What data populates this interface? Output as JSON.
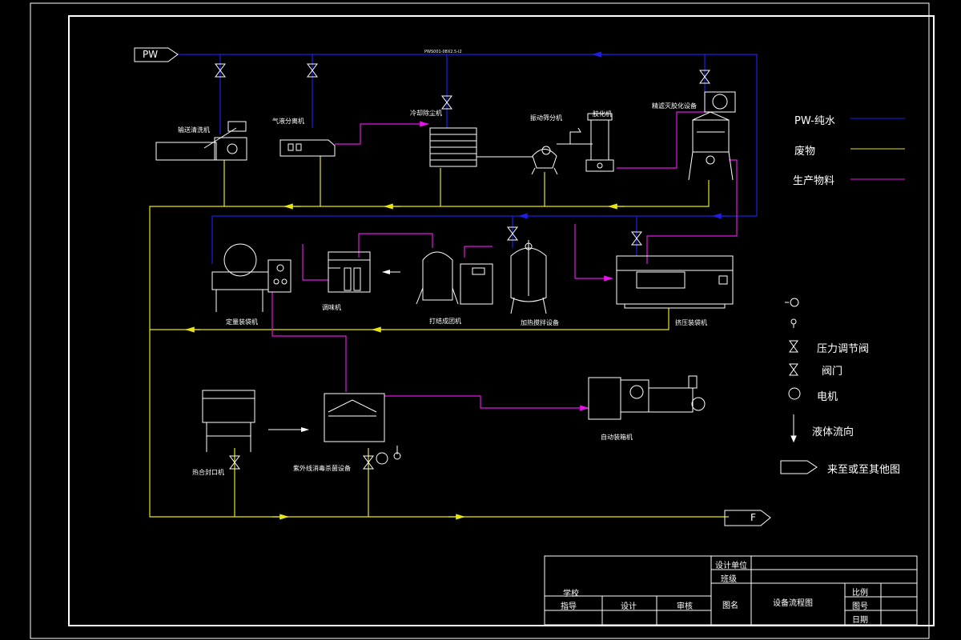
{
  "terminals": {
    "pw_in": "PW",
    "f_out": "F"
  },
  "pipe_spec": "PWS001-08X2.5-I2",
  "equipment": {
    "washer": "输送清洗机",
    "separator": "气液分离机",
    "cooler": "冷却除尘机",
    "shaker": "振动筛分机",
    "colloid": "胶化机",
    "spray": "精滤灭胶化设备",
    "filler": "定量装袋机",
    "seasoner": "调味机",
    "molder": "打结成团机",
    "mixer": "加热搅拌设备",
    "press": "挤压装袋机",
    "sealer": "热合封口机",
    "uv": "紫外线消毒杀菌设备",
    "packer": "自动装箱机"
  },
  "legend": {
    "pw": "PW-纯水",
    "waste": "废物",
    "material": "生产物料",
    "pressure_valve": "压力调节阀",
    "valve": "阀门",
    "motor": "电机",
    "flow": "液体流向",
    "offpage": "来至或至其他图"
  },
  "colors": {
    "pw": "#1e1ee6",
    "waste": "#e6e614",
    "material": "#e614e6",
    "frame": "#ffffff",
    "bg": "#000000"
  },
  "title_block": {
    "design_unit": "设计单位",
    "class": "班级",
    "school": "学校",
    "guide": "指导",
    "design": "设计",
    "review": "审核",
    "drawing_name": "图名",
    "drawing_title": "设备流程图",
    "scale": "比例",
    "drawing_no": "图号",
    "date": "日期"
  }
}
